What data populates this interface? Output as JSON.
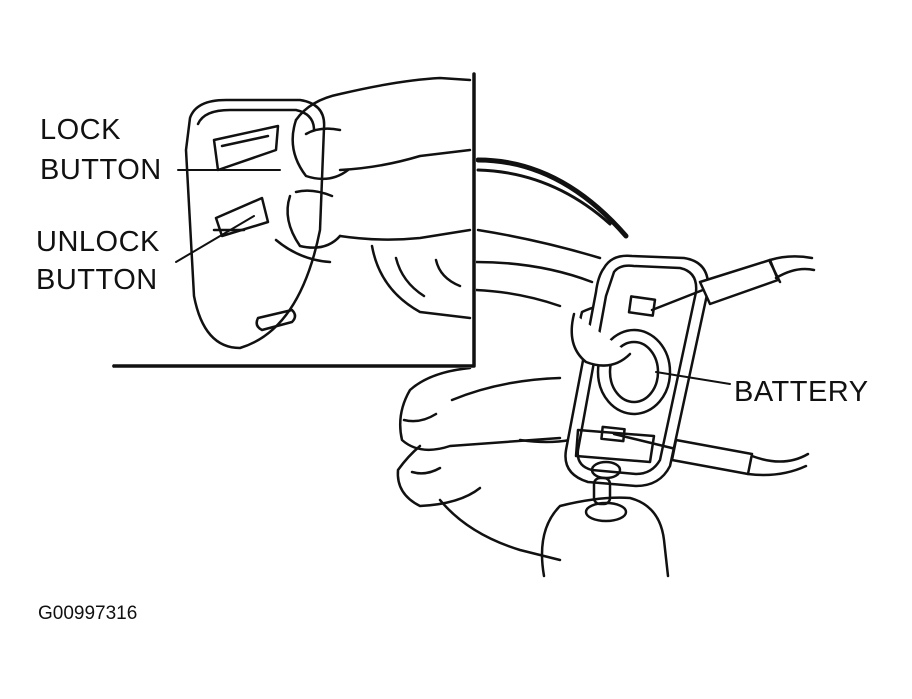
{
  "labels": {
    "lock_line1": "LOCK",
    "lock_line2": "BUTTON",
    "unlock_line1": "UNLOCK",
    "unlock_line2": "BUTTON",
    "battery": "BATTERY"
  },
  "caption": "G00997316",
  "colors": {
    "ink": "#111111",
    "background": "#ffffff"
  }
}
